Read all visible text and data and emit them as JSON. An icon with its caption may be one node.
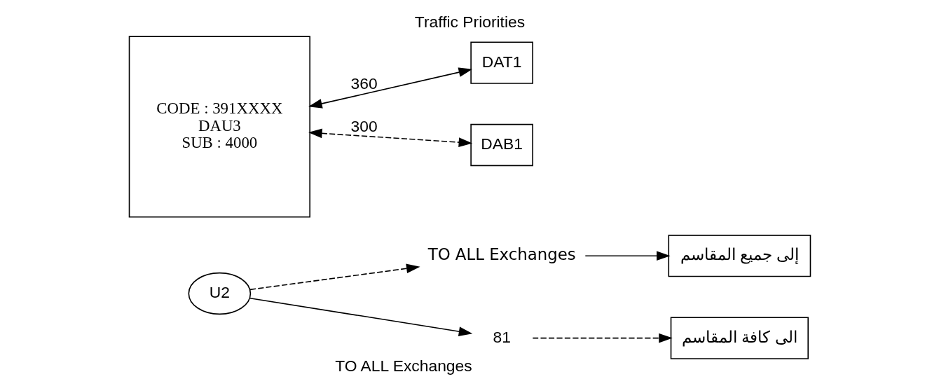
{
  "diagram": {
    "title": "Traffic Priorities",
    "nodes": [
      {
        "text": [
          "إلى جميع المقاسم"
        ]
      },
      {
        "text": [
          "TO ALL Exchanges"
        ]
      },
      {
        "text": [
          "U2"
        ]
      },
      {
        "text": [
          "81"
        ],
        "beside": [
          "TO ALL Exchanges"
        ]
      },
      {
        "text": [
          "الى كافة المقاسم"
        ]
      },
      {
        "text": [
          "CODE : 391XXXX",
          "DAU3",
          "SUB : 4000"
        ]
      },
      {
        "text": [
          "DAT1"
        ]
      },
      {
        "text": [
          "DAB1"
        ]
      }
    ],
    "edges": [
      {
        "from": 2,
        "to": 1,
        "arrow": "to",
        "style": "dashed"
      },
      {
        "from": 1,
        "to": 0,
        "arrow": "to"
      },
      {
        "from": 2,
        "to": 3,
        "arrow": "to"
      },
      {
        "from": 3,
        "to": 4,
        "arrow": "to",
        "style": "dashed"
      },
      {
        "from": 5,
        "to": 6,
        "arrow": "both",
        "label": "360"
      },
      {
        "from": 5,
        "to": 7,
        "arrow": "both",
        "label": "300",
        "style": "dashed"
      }
    ]
  }
}
